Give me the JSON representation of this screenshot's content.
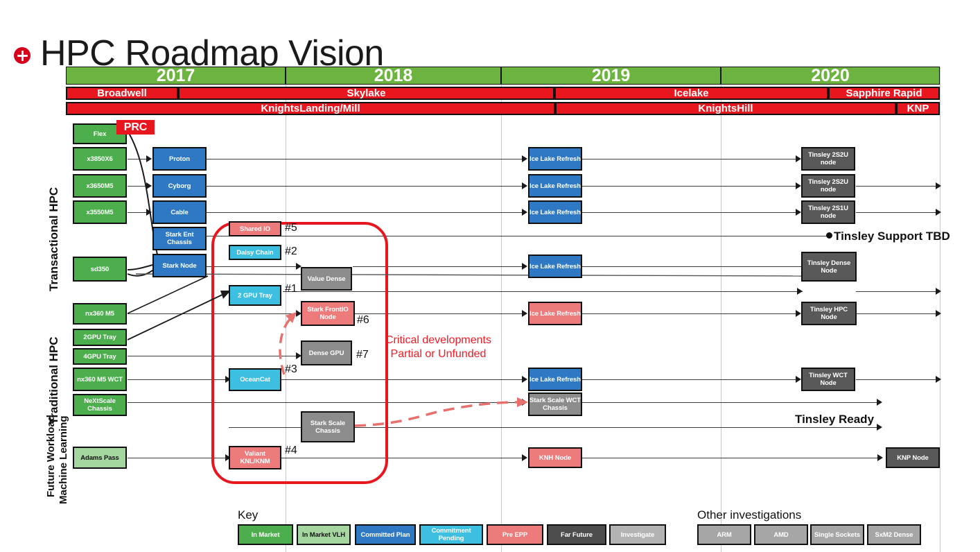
{
  "title": {
    "text": "HPC Roadmap Vision",
    "icon": "plus-circle-icon"
  },
  "colors": {
    "year_green": "#6cb33f",
    "cpu_red": "#e8161f",
    "in_market": "#4cae4c",
    "in_market_vlh": "#a5d6a0",
    "committed_plan": "#2f79c4",
    "commitment_pending": "#3cbfe0",
    "pre_epp": "#ee7b7b",
    "far_future": "#4d4d4d",
    "investigate": "#b3b3b3",
    "critical_red": "#ee1c25"
  },
  "timeline": {
    "years": [
      "2017",
      "2018",
      "2019",
      "2020"
    ],
    "cpu_row1": [
      "Broadwell",
      "Skylake",
      "Icelake",
      "Sapphire Rapid"
    ],
    "cpu_row2": [
      "KnightsLanding/Mill",
      "KnightsHill",
      "KNP"
    ]
  },
  "lanes": [
    {
      "label": "Transactional HPC"
    },
    {
      "label": "Traditional HPC"
    },
    {
      "label": "Future Workload"
    },
    {
      "label": "Machine Learning"
    }
  ],
  "col_2017": [
    {
      "label": "Flex",
      "type": "in_market"
    },
    {
      "label": "x3850X6",
      "type": "in_market"
    },
    {
      "label": "x3650M5",
      "type": "in_market"
    },
    {
      "label": "x3550M5",
      "type": "in_market"
    },
    {
      "label": "sd350",
      "type": "in_market"
    },
    {
      "label": "nx360 M5",
      "type": "in_market"
    },
    {
      "label": "2GPU Tray",
      "type": "in_market"
    },
    {
      "label": "4GPU Tray",
      "type": "in_market"
    },
    {
      "label": "nx360 M5 WCT",
      "type": "in_market"
    },
    {
      "label": "NeXtScale Chassis",
      "type": "in_market"
    },
    {
      "label": "Adams Pass",
      "type": "in_market_vlh"
    }
  ],
  "prc_badge": {
    "label": "PRC"
  },
  "col_2017b": [
    {
      "label": "Proton",
      "type": "committed_plan"
    },
    {
      "label": "Cyborg",
      "type": "committed_plan"
    },
    {
      "label": "Cable",
      "type": "committed_plan"
    },
    {
      "label": "Stark Ent Chassis",
      "type": "committed_plan"
    },
    {
      "label": "Stark Node",
      "type": "committed_plan"
    }
  ],
  "col_2018a": [
    {
      "label": "Shared IO",
      "type": "pre_epp",
      "tag": "#5"
    },
    {
      "label": "Daisy Chain",
      "type": "commitment_pending",
      "tag": "#2"
    },
    {
      "label": "2 GPU Tray",
      "type": "commitment_pending",
      "tag": "#1"
    },
    {
      "label": "OceanCat",
      "type": "commitment_pending",
      "tag": "#3"
    },
    {
      "label": "Valiant KNL/KNM",
      "type": "pre_epp",
      "tag": "#4"
    }
  ],
  "col_2018b": [
    {
      "label": "Value Dense",
      "type": "far_future",
      "tag": ""
    },
    {
      "label": "Stark FrontIO Node",
      "type": "pre_epp",
      "tag": "#6"
    },
    {
      "label": "Dense GPU",
      "type": "far_future",
      "tag": "#7"
    },
    {
      "label": "Stark Scale Chassis",
      "type": "far_future",
      "tag": ""
    }
  ],
  "col_2019": [
    {
      "label": "Ice Lake Refresh",
      "type": "committed_plan"
    },
    {
      "label": "Ice Lake Refresh",
      "type": "committed_plan"
    },
    {
      "label": "Ice Lake Refresh",
      "type": "committed_plan"
    },
    {
      "label": "Ice Lake Refresh",
      "type": "committed_plan"
    },
    {
      "label": "Ice Lake Refresh",
      "type": "pre_epp"
    },
    {
      "label": "Ice Lake Refresh",
      "type": "committed_plan"
    },
    {
      "label": "Stark Scale WCT Chassis",
      "type": "investigate"
    },
    {
      "label": "KNH Node",
      "type": "pre_epp"
    }
  ],
  "col_2020": [
    {
      "label": "Tinsley 2S2U node",
      "type": "far_future"
    },
    {
      "label": "Tinsley 2S2U node",
      "type": "far_future"
    },
    {
      "label": "Tinsley 2S1U node",
      "type": "far_future"
    },
    {
      "label": "Tinsley Dense Node",
      "type": "far_future"
    },
    {
      "label": "Tinsley HPC Node",
      "type": "far_future"
    },
    {
      "label": "Tinsley WCT Node",
      "type": "far_future"
    },
    {
      "label": "KNP Node",
      "type": "far_future"
    }
  ],
  "annotations": {
    "critical": "Critical developments\nPartial or Unfunded",
    "critical_line1": "Critical developments",
    "critical_line2": "Partial or Unfunded",
    "tinsley_support": "Tinsley Support TBD",
    "tinsley_ready": "Tinsley Ready"
  },
  "key": {
    "caption": "Key",
    "items": [
      {
        "label": "In Market",
        "type": "in_market"
      },
      {
        "label": "In Market VLH",
        "type": "in_market_vlh"
      },
      {
        "label": "Committed Plan",
        "type": "committed_plan"
      },
      {
        "label": "Commitment Pending",
        "type": "commitment_pending"
      },
      {
        "label": "Pre EPP",
        "type": "pre_epp"
      },
      {
        "label": "Far Future",
        "type": "far_future"
      },
      {
        "label": "Investigate",
        "type": "investigate"
      }
    ]
  },
  "other_investigations": {
    "caption": "Other investigations",
    "items": [
      {
        "label": "ARM",
        "type": "investigate"
      },
      {
        "label": "AMD",
        "type": "investigate"
      },
      {
        "label": "Single Sockets",
        "type": "investigate"
      },
      {
        "label": "SxM2 Dense",
        "type": "investigate"
      }
    ]
  }
}
